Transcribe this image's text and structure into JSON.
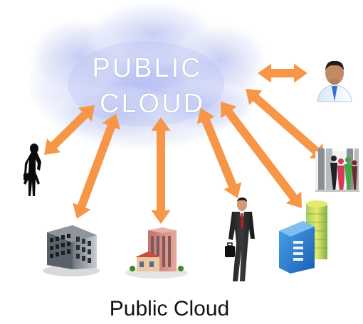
{
  "cloud": {
    "label_line1": "PUBLIC",
    "label_line2": "CLOUD"
  },
  "caption": "Public Cloud",
  "colors": {
    "arrow": "#f79646",
    "cloud_core": "#a9b8f2",
    "cloud_edge": "#eef1fb"
  },
  "icons": [
    "businessman-portrait-icon",
    "office-team-icon",
    "woman-silhouette-icon",
    "office-building-icon",
    "brick-office-building-icon",
    "walking-businessman-icon",
    "blue-office-building-icon"
  ]
}
